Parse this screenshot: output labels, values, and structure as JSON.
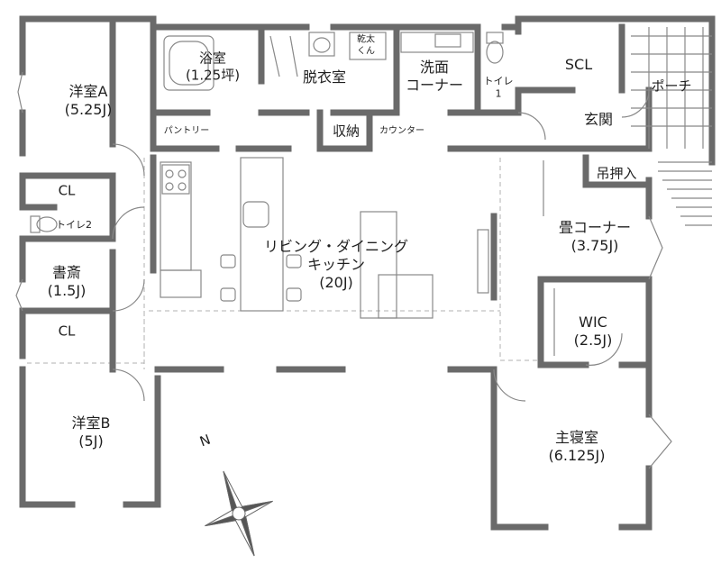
{
  "rooms": {
    "yoshitsu_a": {
      "name": "洋室A",
      "size": "(5.25J)"
    },
    "yoshitsu_b": {
      "name": "洋室B",
      "size": "(5J)"
    },
    "cl1": {
      "name": "CL"
    },
    "cl2": {
      "name": "CL"
    },
    "toilet2": {
      "name": "トイレ2"
    },
    "shosai": {
      "name": "書斎",
      "size": "(1.5J)"
    },
    "yokushitsu": {
      "name": "浴室",
      "size": "(1.25坪)"
    },
    "datsuishitsu": {
      "name": "脱衣室"
    },
    "kansou": {
      "name": "乾太",
      "name2": "くん"
    },
    "senmen": {
      "name": "洗面",
      "name2": "コーナー"
    },
    "toilet1": {
      "name": "トイレ",
      "name2": "1"
    },
    "scl": {
      "name": "SCL"
    },
    "porch": {
      "name": "ポーチ"
    },
    "genkan": {
      "name": "玄関"
    },
    "pantry": {
      "name": "パントリー"
    },
    "shuno": {
      "name": "収納"
    },
    "counter": {
      "name": "カウンター"
    },
    "tsurioshiire": {
      "name": "吊押入"
    },
    "tatami": {
      "name": "畳コーナー",
      "size": "(3.75J)"
    },
    "ldk": {
      "name": "リビング・ダイニング",
      "name2": "キッチン",
      "size": "(20J)"
    },
    "wic": {
      "name": "WIC",
      "size": "(2.5J)"
    },
    "shushinshitsu": {
      "name": "主寝室",
      "size": "(6.125J)"
    }
  },
  "compass": {
    "north_label": "N"
  },
  "colors": {
    "wall": "#6a6a6a",
    "line": "#888888",
    "dash": "#aaaaaa",
    "text": "#1f1f1f"
  }
}
